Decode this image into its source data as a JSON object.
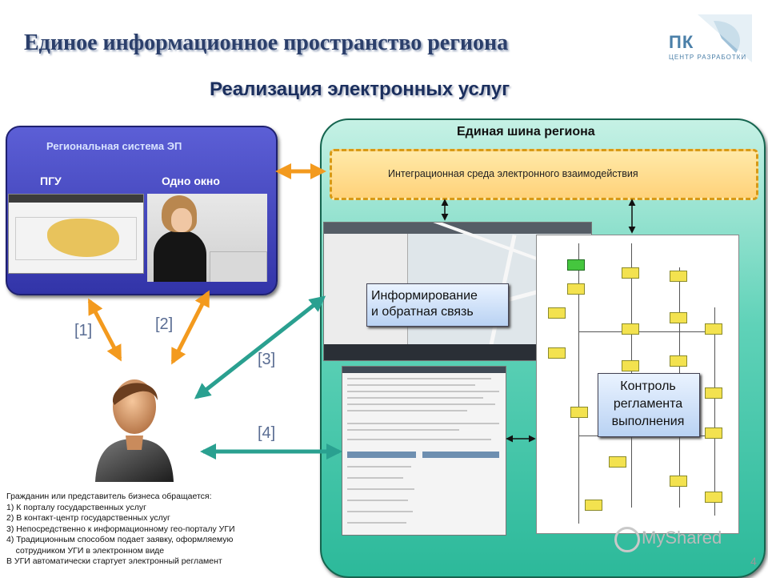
{
  "title": "Единое информационное пространство региона",
  "subtitle": "Реализация электронных услуг",
  "logo": {
    "text": "ПК",
    "sub": "ЦЕНТР РАЗРАБОТКИ",
    "icon": "pk-logo-icon",
    "color": "#4a7fa8"
  },
  "left_panel": {
    "title": "Региональная система ЭП",
    "pgu_label": "ПГУ",
    "okno_label": "Одно окно",
    "color": "#4446c2"
  },
  "right_panel": {
    "title": "Единая шина региона",
    "integration_text": "Интеграционная среда электронного взаимодействия",
    "color": "#3cc3a4"
  },
  "info_box": {
    "line1": "Информирование",
    "line2": "и обратная связь"
  },
  "control_box": {
    "line1": "Контроль",
    "line2": "регламента",
    "line3": "выполнения"
  },
  "connectors": {
    "c1": "[1]",
    "c2": "[2]",
    "c3": "[3]",
    "c4": "[4]"
  },
  "bottom_text": [
    "Гражданин или представитель бизнеса обращается:",
    "1) К порталу государственных услуг",
    "2) В контакт-центр государственных услуг",
    "3) Непосредственно к информационному гео-порталу УГИ",
    "4) Традиционным способом подает заявку, оформляемую",
    "    сотрудником УГИ в электронном виде",
    "В УГИ автоматически стартует электронный регламент"
  ],
  "watermark": "MyShared",
  "page_number": "4"
}
